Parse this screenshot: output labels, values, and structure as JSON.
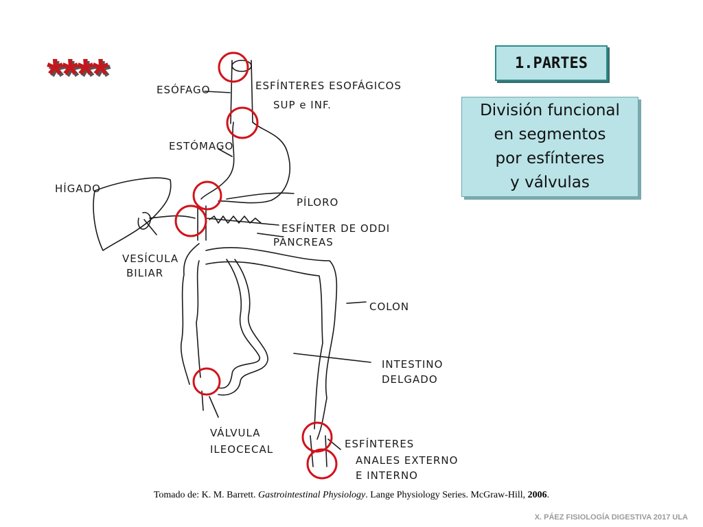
{
  "decoration": {
    "stars": "****",
    "star_color": "#c4171c"
  },
  "title_box": {
    "label": "1.PARTES",
    "bg": "#b9e3e7",
    "border": "#2a8c8a"
  },
  "function_box": {
    "lines": [
      "División funcional",
      "en segmentos",
      "por esfínteres",
      "y válvulas"
    ]
  },
  "diagram": {
    "labels": {
      "esofago": "ESÓFAGO",
      "esfinteres_esofagicos_1": "ESFÍNTERES ESOFÁGICOS",
      "esfinteres_esofagicos_2": "SUP e INF.",
      "estomago": "ESTÓMAGO",
      "higado": "HÍGADO",
      "piloro": "PÍLORO",
      "esfinter_oddi": "ESFÍNTER DE ODDI",
      "pancreas": "PÁNCREAS",
      "vesicula_1": "VESÍCULA",
      "vesicula_2": "BILIAR",
      "colon": "COLON",
      "intestino_1": "INTESTINO",
      "intestino_2": "DELGADO",
      "valvula_1": "VÁLVULA",
      "valvula_2": "ILEOCECAL",
      "anales_1": "ESFÍNTERES",
      "anales_2": "ANALES EXTERNO",
      "anales_3": "E INTERNO"
    },
    "highlight_color": "#d0141c"
  },
  "caption": {
    "prefix": "Tomado de: K. M. Barrett. ",
    "book": "Gastrointestinal Physiology",
    "middle": ". Lange Physiology Series. McGraw-Hill, ",
    "year": "2006",
    "suffix": "."
  },
  "footer": "X. PÁEZ   FISIOLOGÍA DIGESTIVA 2017  ULA"
}
